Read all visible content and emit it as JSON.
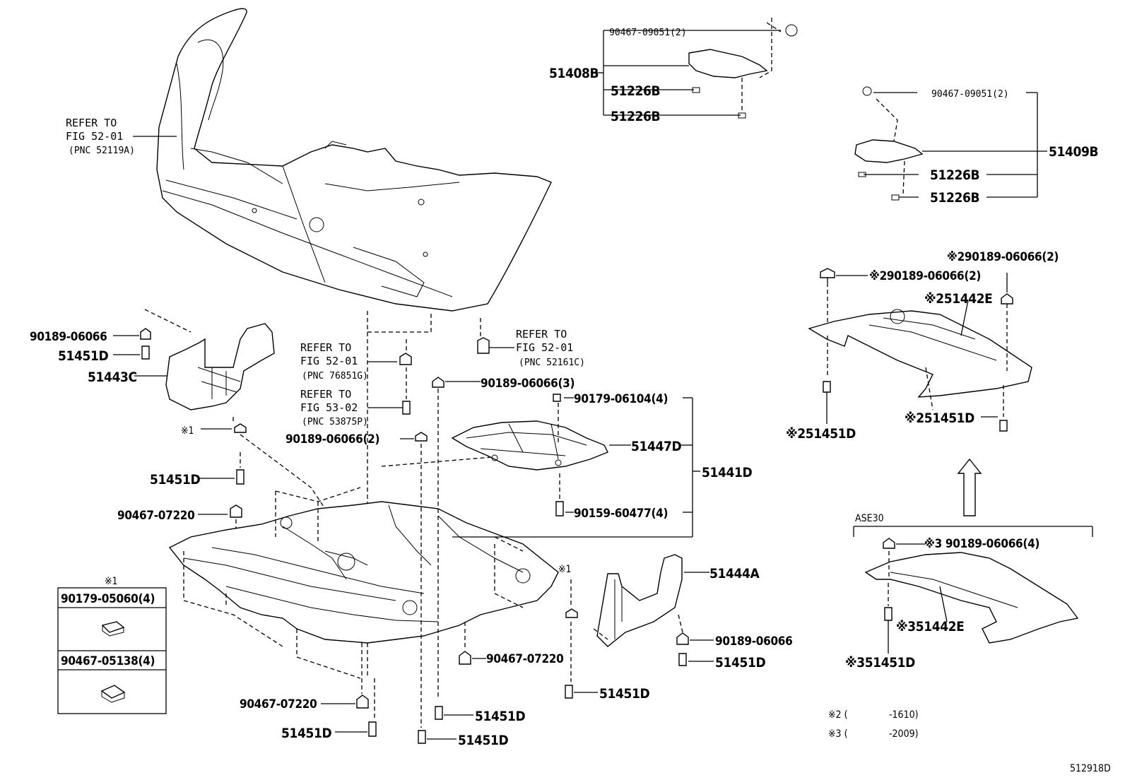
{
  "references": {
    "fig52_bumper": {
      "line1": "REFER TO",
      "line2": "FIG 52-01",
      "line3": "(PNC 52119A)"
    },
    "fig52_76851": {
      "line1": "REFER TO",
      "line2": "FIG 52-01",
      "line3": "(PNC 76851G)"
    },
    "fig53_53875": {
      "line1": "REFER TO",
      "line2": "FIG 53-02",
      "line3": "(PNC 53875P)"
    },
    "fig52_52161": {
      "line1": "REFER TO",
      "line2": "FIG 52-01",
      "line3": "(PNC 52161C)"
    }
  },
  "labels": {
    "p90467_09051_top": "90467-09051(2)",
    "p51408B": "51408B",
    "p51226B_a": "51226B",
    "p51226B_b": "51226B",
    "p90467_09051_right": "90467-09051(2)",
    "p51409B": "51409B",
    "p51226B_c": "51226B",
    "p51226B_d": "51226B",
    "p90189_06066_top_right": "※290189-06066(2)",
    "p90189_06066_upper_left": "※290189-06066(2)",
    "p51442E_upper": "※251442E",
    "p51451D_upper_left": "※251451D",
    "p51451D_upper_right": "※251451D",
    "p90189_06066_left": "90189-06066",
    "p51451D_left": "51451D",
    "p51443C": "51443C",
    "mark1_left": "※1",
    "p51451D_mid_left": "51451D",
    "p90467_07220_left": "90467-07220",
    "p90189_06066_3": "90189-06066(3)",
    "p90179_06104": "90179-06104(4)",
    "p90189_06066_2": "90189-06066(2)",
    "p51447D": "51447D",
    "p51441D": "51441D",
    "p90159_60477": "90159-60477(4)",
    "mark1_right": "※1",
    "p51444A": "51444A",
    "p90189_06066_right": "90189-06066",
    "p51451D_right": "51451D",
    "p90467_07220_mid": "90467-07220",
    "p51451D_center": "51451D",
    "p90467_07220_bottom": "90467-07220",
    "p51451D_bottom_a": "51451D",
    "p51451D_bottom_b": "51451D",
    "p51451D_bottom_c": "51451D"
  },
  "legend_box": {
    "title": "※1",
    "item1": "90179-05060(4)",
    "item2": "90467-05138(4)"
  },
  "ase30": {
    "title": "ASE30",
    "p90189": "※3 90189-06066(4)",
    "p51442E": "※351442E",
    "p51451D": "※351451D"
  },
  "notes": {
    "note2_mark": "※2 (",
    "note2_val": "-1610)",
    "note3_mark": "※3 (",
    "note3_val": "-2009)"
  },
  "figure_id": "512918D"
}
